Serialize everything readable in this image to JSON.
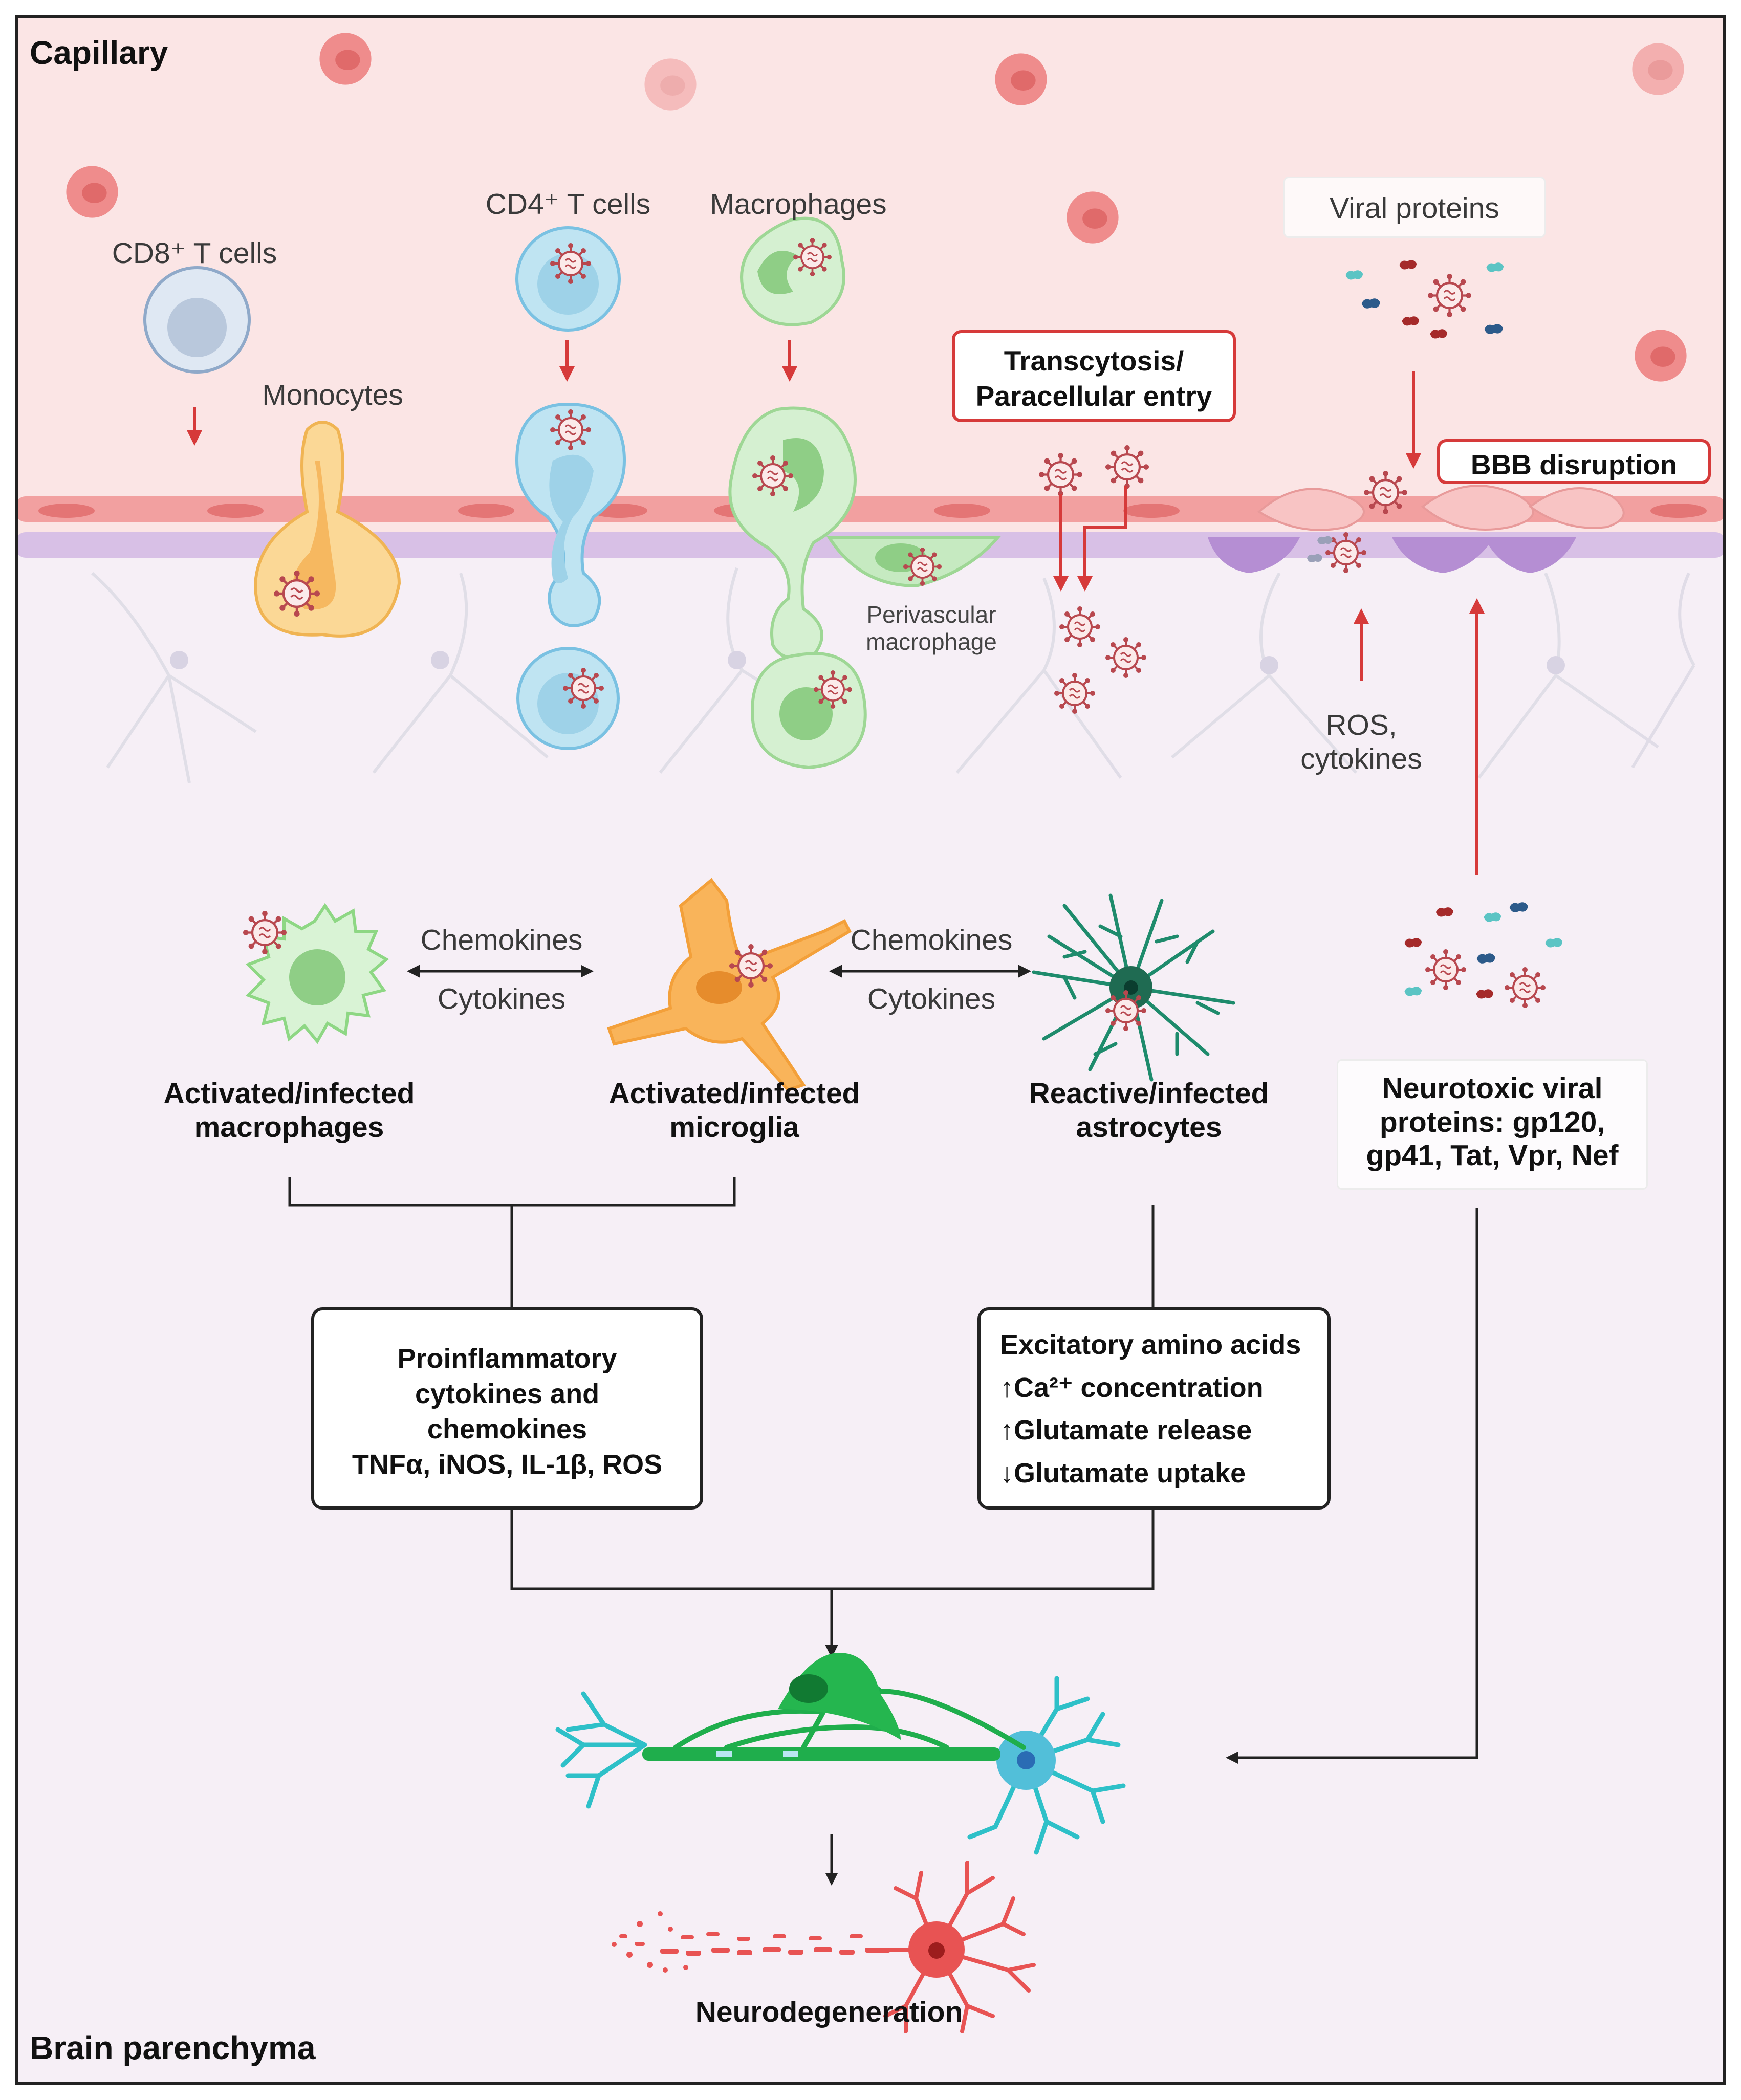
{
  "regions": {
    "top": "Capillary",
    "bottom": "Brain parenchyma"
  },
  "cells": {
    "cd8": "CD8⁺ T cells",
    "cd4": "CD4⁺ T cells",
    "macrophages": "Macrophages",
    "monocytes": "Monocytes",
    "perivascular": [
      "Perivascular",
      "macrophage"
    ]
  },
  "viral_proteins": "Viral proteins",
  "transcytosis": [
    "Transcytosis/",
    "Paracellular entry"
  ],
  "bbb": "BBB disruption",
  "ros": [
    "ROS,",
    "cytokines"
  ],
  "signals": {
    "left": [
      "Chemokines",
      "Cytokines"
    ],
    "right": [
      "Chemokines",
      "Cytokines"
    ]
  },
  "activated": {
    "macrophages": [
      "Activated/infected",
      "macrophages"
    ],
    "microglia": [
      "Activated/infected",
      "microglia"
    ],
    "astrocytes": [
      "Reactive/infected",
      "astrocytes"
    ],
    "neurotoxic": [
      "Neurotoxic viral",
      "proteins: gp120,",
      "gp41, Tat, Vpr, Nef"
    ]
  },
  "proinflammatory": [
    "Proinflammatory",
    "cytokines and",
    "chemokines",
    "TNFα, iNOS, IL-1β, ROS"
  ],
  "excitatory": {
    "title": "Excitatory amino acids",
    "items": [
      {
        "arrow": "↑",
        "text": "Ca²⁺ concentration"
      },
      {
        "arrow": "↑",
        "text": "Glutamate release"
      },
      {
        "arrow": "↓",
        "text": "Glutamate uptake"
      }
    ]
  },
  "outcome": "Neurodegeneration",
  "colors": {
    "capillary": "#fbe6e6",
    "parenchyma": "#f6eff6",
    "endothelium": "#f08f8f",
    "basement": "#d5bde3",
    "red_arrow": "#d63a3a",
    "frame": "#222222"
  }
}
